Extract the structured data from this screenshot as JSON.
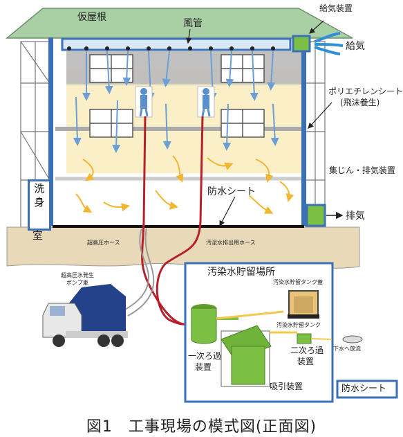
{
  "caption": "図1　工事現場の模式図(正面図)",
  "labels": {
    "roof": "仮屋根",
    "duct": "風管",
    "supply_unit": "給気装置",
    "supply_air": "給気",
    "poly_sheet_line1": "ポリエチレンシート",
    "poly_sheet_line2": "(飛沫養生)",
    "dust_exhaust": "集じん・排気装置",
    "exhaust": "排気",
    "waterproof_sheet": "防水シート",
    "high_pressure_hose": "超高圧ホース",
    "sludge_hose": "汚泥水排出用ホース",
    "pump_truck_line1": "超高圧水発生",
    "pump_truck_line2": "ポンプ車",
    "storage_area": "汚染水貯留場所",
    "tank_lid": "汚染水貯留タンク蓋",
    "storage_tank": "汚染水貯留タンク",
    "primary_filter_line1": "一次ろ過",
    "primary_filter_line2": "装置",
    "secondary_filter_line1": "二次ろ過",
    "secondary_filter_line2": "装置",
    "suction_device": "吸引装置",
    "sewer_discharge": "下水へ放流",
    "waterproof_sheet_box": "防水シート"
  },
  "wash_room": [
    "洗",
    "身",
    "室"
  ],
  "colors": {
    "roof": "#a9cfa5",
    "frame_blue": "#3b6fb6",
    "duct_fill": "#dbe8f5",
    "wall_cream": "#fbefc8",
    "gray_band": "#b9b9b9",
    "device_green": "#7cc043",
    "hose_red": "#b7202b",
    "ground": "#e8d9b8",
    "truck_cargo": "#24428a",
    "arrow_yellow": "#f2b630"
  }
}
